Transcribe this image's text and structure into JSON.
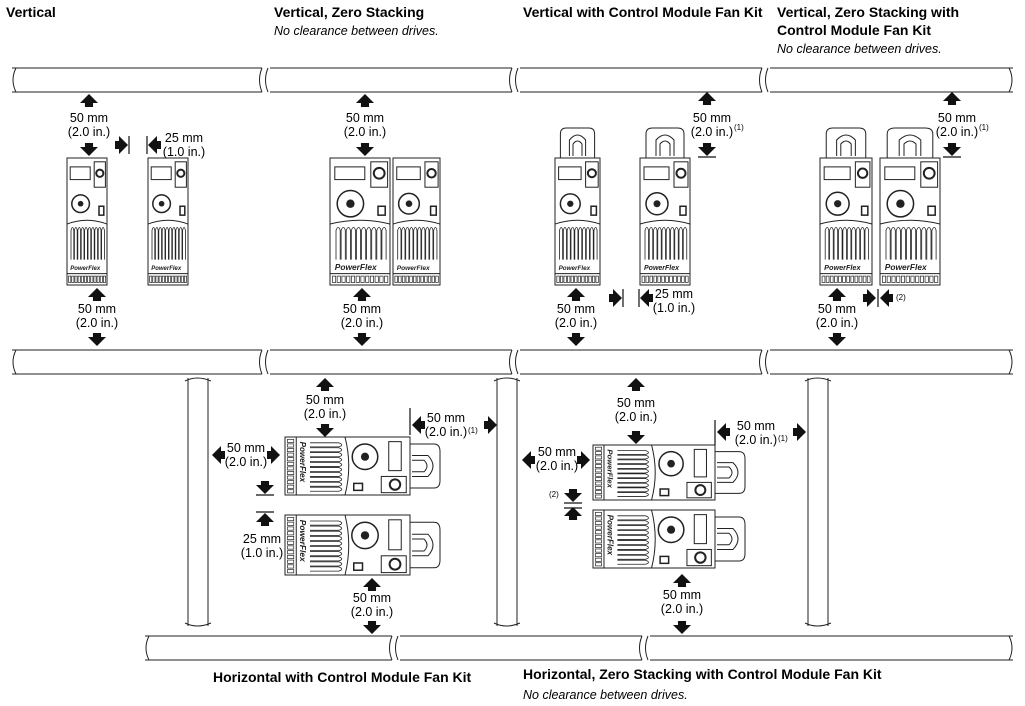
{
  "panels": {
    "vertical": {
      "title": "Vertical"
    },
    "vertical_zero": {
      "title": "Vertical, Zero Stacking",
      "note": "No clearance between drives."
    },
    "vertical_fan": {
      "title": "Vertical with Control Module Fan Kit"
    },
    "vertical_zero_fan": {
      "title_line1": "Vertical, Zero Stacking with",
      "title_line2": "Control Module Fan Kit",
      "note": "No clearance between drives."
    },
    "horizontal_fan": {
      "title": "Horizontal with Control Module Fan Kit"
    },
    "horizontal_zero_fan": {
      "title": "Horizontal, Zero Stacking with Control Module Fan Kit",
      "note": "No clearance between drives."
    }
  },
  "dims": {
    "mm50": "50 mm",
    "in20": "(2.0 in.)",
    "mm25": "25 mm",
    "in10": "(1.0 in.)",
    "fn1": "(1)",
    "fn2": "(2)"
  },
  "drive": {
    "brand": "PowerFlex"
  }
}
